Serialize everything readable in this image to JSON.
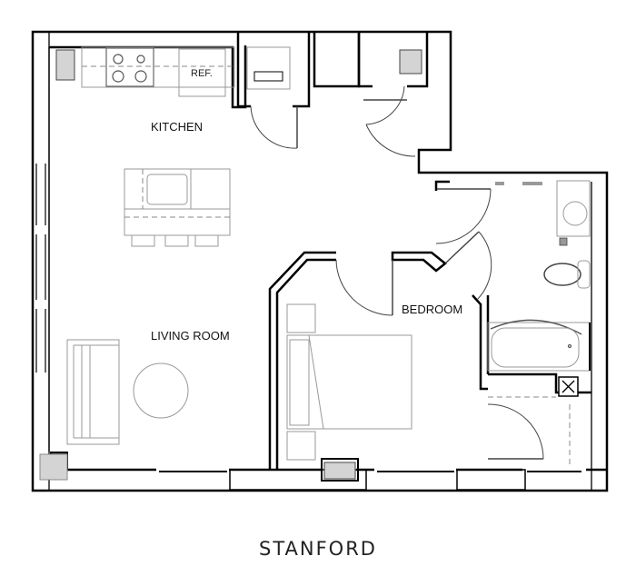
{
  "plan": {
    "name": "STANFORD",
    "rooms": [
      {
        "id": "kitchen",
        "label": "KITCHEN"
      },
      {
        "id": "living_room",
        "label": "LIVING ROOM"
      },
      {
        "id": "bedroom",
        "label": "BEDROOM"
      }
    ],
    "fixtures": {
      "refrigerator_label": "REF."
    }
  }
}
